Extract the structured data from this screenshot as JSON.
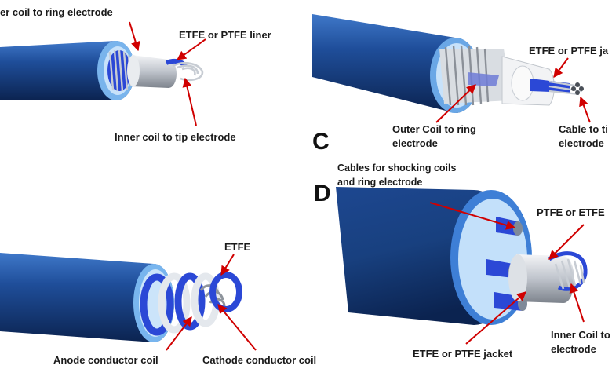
{
  "colors": {
    "cable_dark": "#0e2a5c",
    "cable_mid": "#1f4e9a",
    "cable_light": "#5f9be0",
    "ring_light": "#8fc6f5",
    "coil_blue": "#2b48d6",
    "coil_silver": "#c7ccd3",
    "arrow_red": "#d00000",
    "label_text": "#1a1a1a"
  },
  "panels": {
    "A": {
      "labels": {
        "outer_coil": "er coil to ring electrode",
        "liner": "ETFE or PTFE liner",
        "inner_coil": "Inner coil to tip electrode"
      }
    },
    "B": {
      "labels": {
        "etfe": "ETFE",
        "anode": "Anode conductor coil",
        "cathode": "Cathode conductor coil"
      }
    },
    "C": {
      "letter": "C",
      "labels": {
        "jacket": "ETFE or PTFE ja",
        "outer_coil_line1": "Outer Coil to ring",
        "outer_coil_line2": "electrode",
        "cable_line1": "Cable to ti",
        "cable_line2": "electrode"
      }
    },
    "D": {
      "letter": "D",
      "labels": {
        "cables_line1": "Cables for shocking coils",
        "cables_line2": "and ring electrode",
        "ptfe": "PTFE or ETFE",
        "jacket": "ETFE or PTFE jacket",
        "inner_line1": "Inner Coil to",
        "inner_line2": "electrode"
      }
    }
  }
}
